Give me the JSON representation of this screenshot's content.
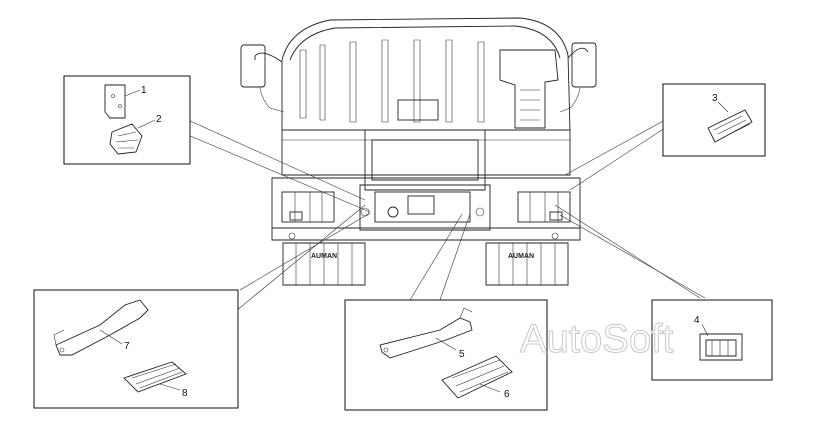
{
  "watermark": "AutoSoft",
  "brand_plate": "AUMAN",
  "callouts": [
    {
      "id": "1",
      "label": "1"
    },
    {
      "id": "2",
      "label": "2"
    },
    {
      "id": "3",
      "label": "3"
    },
    {
      "id": "4",
      "label": "4"
    },
    {
      "id": "5",
      "label": "5"
    },
    {
      "id": "6",
      "label": "6"
    },
    {
      "id": "7",
      "label": "7"
    },
    {
      "id": "8",
      "label": "8"
    }
  ]
}
